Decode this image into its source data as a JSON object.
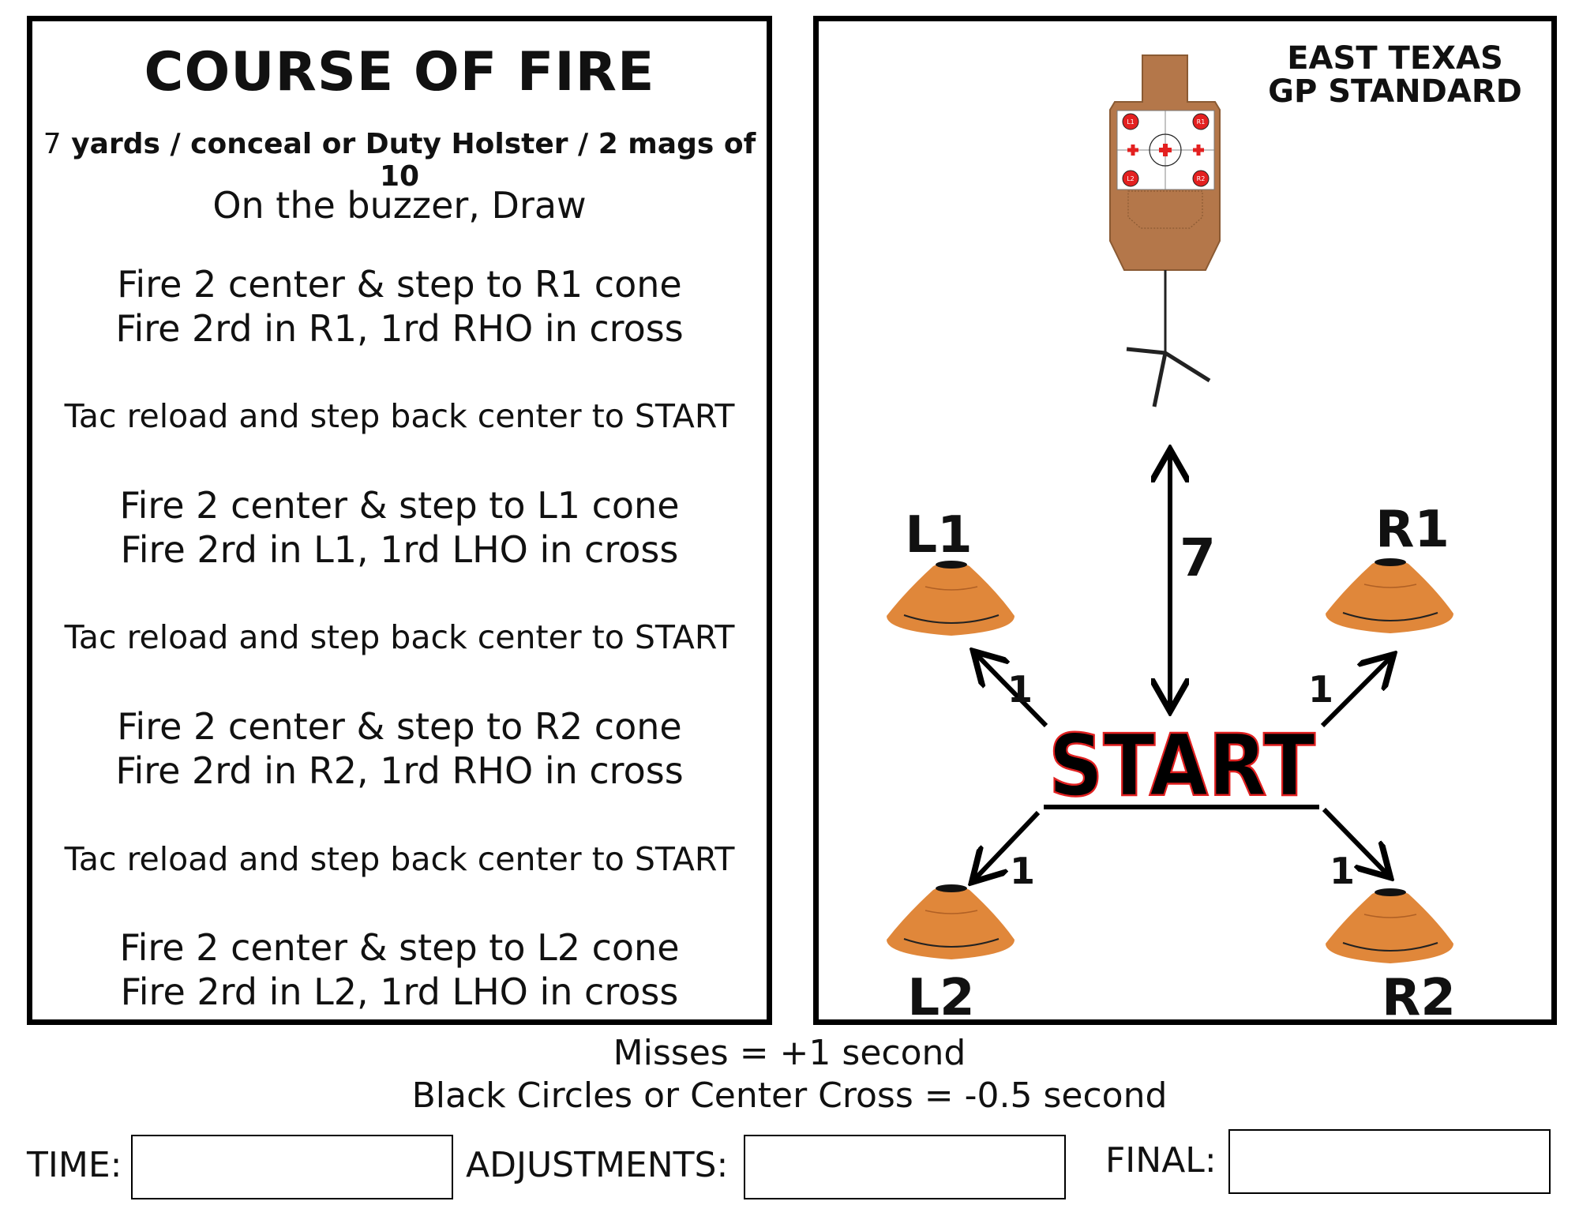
{
  "course": {
    "title": "COURSE OF FIRE",
    "subtitle_prefix": "7",
    "subtitle_rest": " yards / conceal or Duty Holster / 2 mags of 10",
    "draw": "On the buzzer, Draw",
    "step1_line1": "Fire 2 center & step to R1 cone",
    "step1_line2": "Fire 2rd in R1, 1rd RHO in cross",
    "reload1": "Tac reload and step back center to START",
    "step2_line1": "Fire 2 center & step to L1 cone",
    "step2_line2": "Fire 2rd in L1, 1rd LHO in cross",
    "reload2": "Tac reload and step back center to START",
    "step3_line1": "Fire 2 center & step to R2 cone",
    "step3_line2": "Fire 2rd in R2, 1rd RHO in cross",
    "reload3": "Tac reload and step back center to START",
    "step4_line1": "Fire 2 center & step to L2 cone",
    "step4_line2": "Fire 2rd in L2, 1rd LHO in cross"
  },
  "diagram": {
    "heading_line1": "EAST TEXAS",
    "heading_line2": "GP STANDARD",
    "start_label": "START",
    "target_distance": "7",
    "cone_distance": "1",
    "cones": {
      "l1": "L1",
      "r1": "R1",
      "l2": "L2",
      "r2": "R2"
    },
    "target_zone_labels": [
      "L1",
      "R1",
      "L2",
      "R2"
    ],
    "colors": {
      "cone": "#e0873a",
      "target": "#b4774a",
      "target_dot": "#e32020",
      "start_outline": "#e02020"
    }
  },
  "scoring": {
    "misses": "Misses = +1 second",
    "bonus": "Black Circles or Center Cross = -0.5 second"
  },
  "fields": {
    "time_label": "TIME:",
    "time_value": "",
    "adjustments_label": "ADJUSTMENTS:",
    "adjustments_value": "",
    "final_label": "FINAL:",
    "final_value": ""
  }
}
